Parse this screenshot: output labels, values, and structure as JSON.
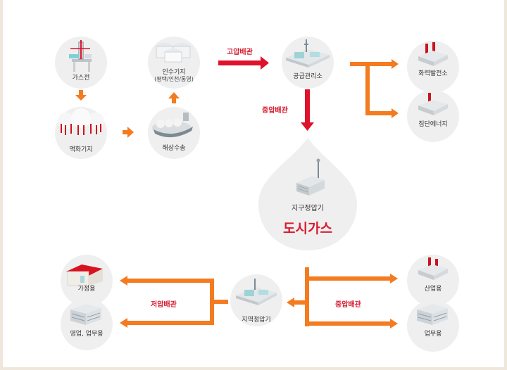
{
  "nodes": {
    "gas_field": "가스전",
    "liquefaction": "액화기지",
    "shipping": "해상수송",
    "receiving": "인수기지",
    "receiving_sub": "(평택/인천/통영)",
    "supply": "공급관리소",
    "thermal": "화력발전소",
    "district": "집단에너지",
    "governor_station": "지구정압기",
    "city_gas": "도시가스",
    "regional_governor": "지역정압기",
    "home": "가정용",
    "business": "영업, 업무용",
    "industrial": "산업용",
    "office": "업무용"
  },
  "arrows": {
    "high_pressure": "고압배관",
    "medium_pressure_top": "중압배관",
    "low_pressure": "저압배관",
    "medium_pressure_bottom": "중압배관"
  },
  "colors": {
    "orange": "#f47b20",
    "red": "#e0112b",
    "circle": "#efefef",
    "label_red": "#d81b2f"
  }
}
